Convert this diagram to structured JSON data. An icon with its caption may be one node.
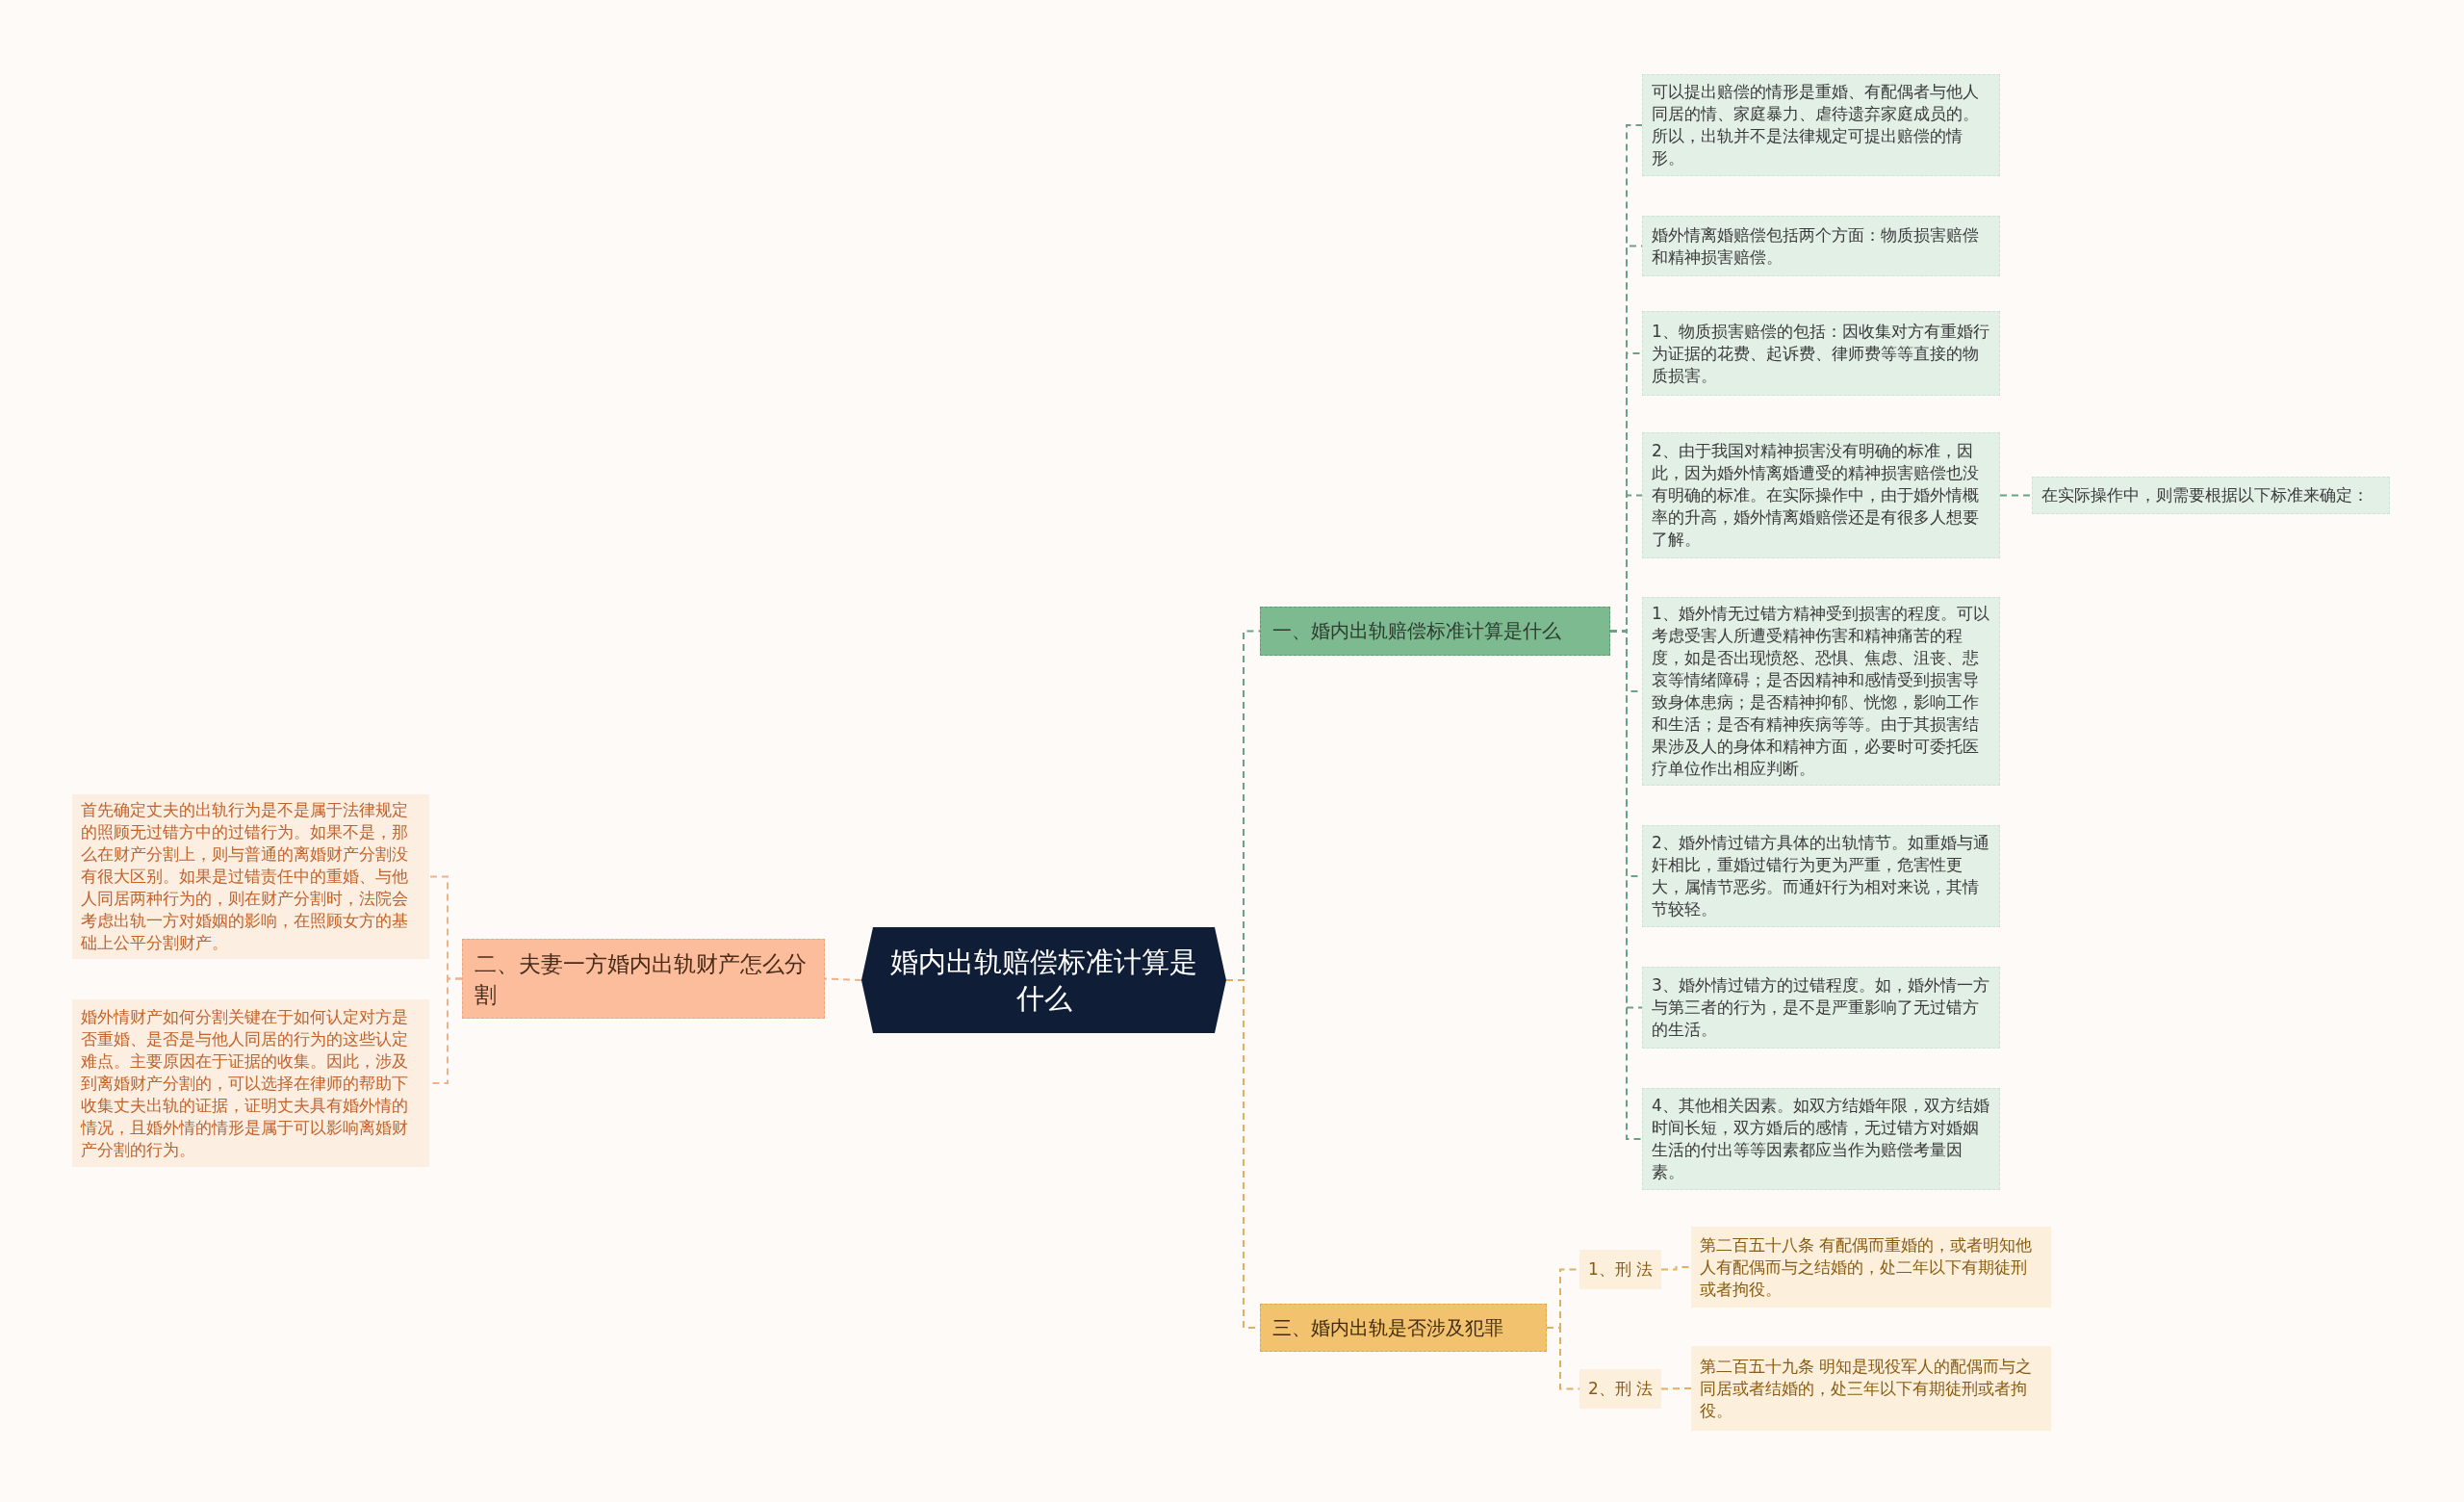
{
  "diagram": {
    "nodes": [
      {
        "text": [
          "婚内出轨赔偿标准计算是什么"
        ]
      },
      {
        "text": [
          "一、婚内出轨赔偿标准计算是什么"
        ]
      },
      {
        "text": [
          "可以提出赔偿的情形是重婚、有配偶者与他人同居的情、家庭暴力、虐待遗弃家庭成员的。所以，出轨并不是法律规定可提出赔偿的情形。"
        ]
      },
      {
        "text": [
          "婚外情离婚赔偿包括两个方面：物质损害赔偿和精神损害赔偿。"
        ]
      },
      {
        "text": [
          "1、物质损害赔偿的包括：因收集对方有重婚行为证据的花费、起诉费、律师费等等直接的物质损害。"
        ]
      },
      {
        "text": [
          "2、由于我国对精神损害没有明确的标准，因此，因为婚外情离婚遭受的精神损害赔偿也没有明确的标准。在实际操作中，由于婚外情概率的升高，婚外情离婚赔偿还是有很多人想要了解。"
        ]
      },
      {
        "text": [
          "1、婚外情无过错方精神受到损害的程度。可以考虑受害人所遭受精神伤害和精神痛苦的程度，如是否出现愤怒、恐惧、焦虑、沮丧、悲哀等情绪障碍；是否因精神和感情受到损害导致身体患病；是否精神抑郁、恍惚，影响工作和生活；是否有精神疾病等等。由于其损害结果涉及人的身体和精神方面，必要时可委托医疗单位作出相应判断。"
        ]
      },
      {
        "text": [
          "2、婚外情过错方具体的出轨情节。如重婚与通奸相比，重婚过错行为更为严重，危害性更大，属情节恶劣。而通奸行为相对来说，其情节较轻。"
        ]
      },
      {
        "text": [
          "3、婚外情过错方的过错程度。如，婚外情一方与第三者的行为，是不是严重影响了无过错方的生活。"
        ]
      },
      {
        "text": [
          "4、其他相关因素。如双方结婚年限，双方结婚时间长短，双方婚后的感情，无过错方对婚姻生活的付出等等因素都应当作为赔偿考量因素。"
        ]
      },
      {
        "text": [
          "在实际操作中，则需要根据以下标准来确定："
        ]
      },
      {
        "text": [
          "二、夫妻一方婚内出轨财产怎么分割"
        ]
      },
      {
        "text": [
          "首先确定丈夫的出轨行为是不是属于法律规定的照顾无过错方中的过错行为。如果不是，那么在财产分割上，则与普通的离婚财产分割没有很大区别。如果是过错责任中的重婚、与他人同居两种行为的，则在财产分割时，法院会考虑出轨一方对婚姻的影响，在照顾女方的基础上公平分割财产。"
        ]
      },
      {
        "text": [
          "婚外情财产如何分割关键在于如何认定对方是否重婚、是否是与他人同居的行为的这些认定难点。主要原因在于证据的收集。因此，涉及到离婚财产分割的，可以选择在律师的帮助下收集丈夫出轨的证据，证明丈夫具有婚外情的情况，且婚外情的情形是属于可以影响离婚财产分割的行为。"
        ]
      },
      {
        "text": [
          "三、婚内出轨是否涉及犯罪"
        ]
      },
      {
        "text": [
          "1、刑 法"
        ]
      },
      {
        "text": [
          "第二百五十八条 有配偶而重婚的，或者明知他人有配偶而与之结婚的，处二年以下有期徒刑或者拘役。"
        ]
      },
      {
        "text": [
          "2、刑 法"
        ]
      },
      {
        "text": [
          "第二百五十九条 明知是现役军人的配偶而与之同居或者结婚的，处三年以下有期徒刑或者拘役。"
        ]
      }
    ],
    "edges": [
      {
        "from": 0,
        "to": 1,
        "arrow": "none",
        "style": "dashed"
      },
      {
        "from": 1,
        "to": 2,
        "arrow": "none",
        "style": "dashed"
      },
      {
        "from": 1,
        "to": 3,
        "arrow": "none",
        "style": "dashed"
      },
      {
        "from": 1,
        "to": 4,
        "arrow": "none",
        "style": "dashed"
      },
      {
        "from": 1,
        "to": 5,
        "arrow": "none",
        "style": "dashed"
      },
      {
        "from": 1,
        "to": 6,
        "arrow": "none",
        "style": "dashed"
      },
      {
        "from": 1,
        "to": 7,
        "arrow": "none",
        "style": "dashed"
      },
      {
        "from": 1,
        "to": 8,
        "arrow": "none",
        "style": "dashed"
      },
      {
        "from": 1,
        "to": 9,
        "arrow": "none",
        "style": "dashed"
      },
      {
        "from": 5,
        "to": 10,
        "arrow": "none",
        "style": "dashed"
      },
      {
        "from": 0,
        "to": 11,
        "arrow": "none",
        "style": "dashed",
        "color": "#f0b08a"
      },
      {
        "from": 11,
        "to": 12,
        "arrow": "none",
        "style": "dashed",
        "color": "#f0b08a"
      },
      {
        "from": 11,
        "to": 13,
        "arrow": "none",
        "style": "dashed",
        "color": "#f0b08a"
      },
      {
        "from": 0,
        "to": 14,
        "arrow": "none",
        "style": "dashed",
        "color": "#e0b060"
      },
      {
        "from": 14,
        "to": 15,
        "arrow": "none",
        "style": "dashed",
        "color": "#e0b060"
      },
      {
        "from": 15,
        "to": 16,
        "arrow": "none",
        "style": "dashed",
        "color": "#e0b060"
      },
      {
        "from": 14,
        "to": 17,
        "arrow": "none",
        "style": "dashed",
        "color": "#e0b060"
      },
      {
        "from": 17,
        "to": 18,
        "arrow": "none",
        "style": "dashed",
        "color": "#e0b060"
      }
    ]
  }
}
